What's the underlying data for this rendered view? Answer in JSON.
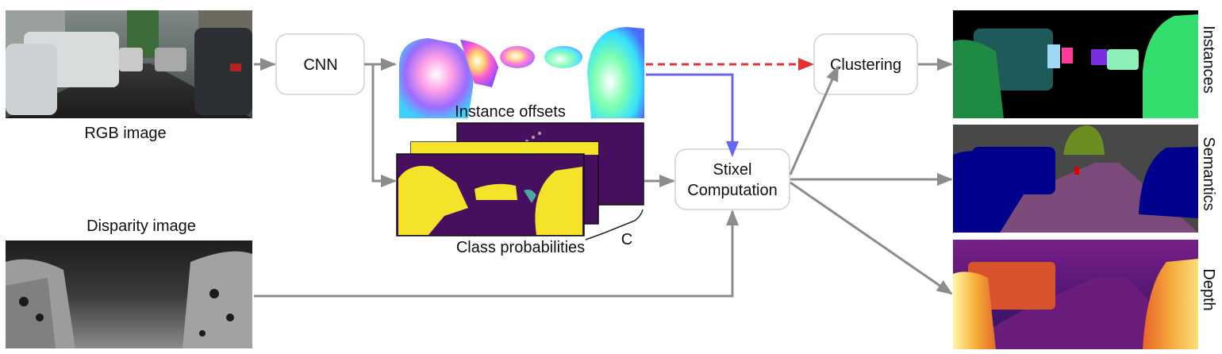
{
  "labels": {
    "rgb_image": "RGB image",
    "disparity_image": "Disparity image",
    "instance_offsets": "Instance offsets",
    "class_probabilities": "Class probabilities",
    "channels_symbol": "C"
  },
  "boxes": {
    "cnn": "CNN",
    "stixel_line1": "Stixel",
    "stixel_line2": "Computation",
    "clustering": "Clustering"
  },
  "outputs": {
    "instances": "Instances",
    "semantics": "Semantics",
    "depth": "Depth"
  },
  "colors": {
    "arrow_gray": "#8c8c8c",
    "arrow_red_dashed": "#e53333",
    "arrow_blue": "#6466f0",
    "prob_yellow": "#f5e32a",
    "prob_purple": "#46105e",
    "road_purple": "#7d4a7c",
    "car_blue": "#00008c",
    "sky_gray": "#484848",
    "tree_green": "#6b8e23"
  }
}
